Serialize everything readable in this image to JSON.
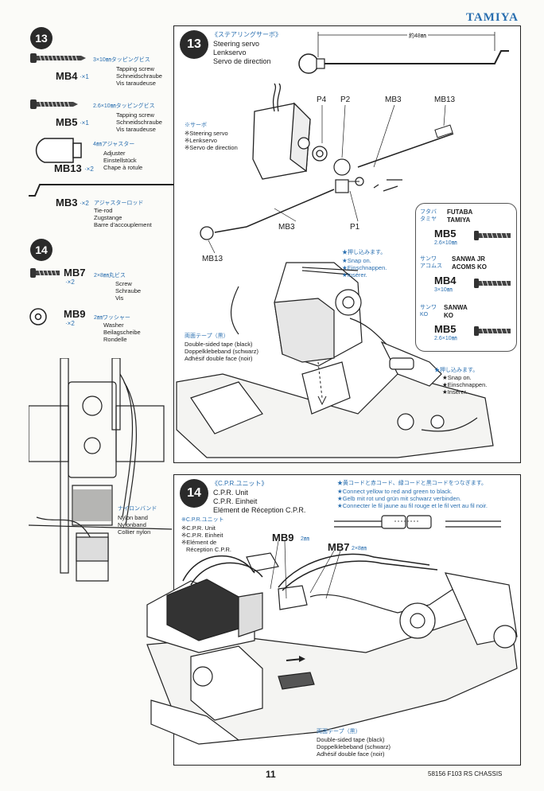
{
  "brand": "TAMIYA",
  "left": {
    "step13": {
      "badge": "13",
      "parts": [
        {
          "code": "MB4",
          "qty": "·×1",
          "jp": "3×10㎜タッピングビス",
          "lines": [
            "Tapping screw",
            "Schneidschraube",
            "Vis taraudeuse"
          ]
        },
        {
          "code": "MB5",
          "qty": "·×1",
          "jp": "2.6×10㎜タッピングビス",
          "lines": [
            "Tapping screw",
            "Schneidschraube",
            "Vis taraudeuse"
          ]
        },
        {
          "code": "MB13",
          "qty": "·×2",
          "jp": "4㎜アジャスター",
          "lines": [
            "Adjuster",
            "Einstellstück",
            "Chape à rotule"
          ]
        },
        {
          "code": "MB3",
          "qty": "·×2",
          "jp": "アジャスターロッド",
          "lines": [
            "Tie-rod",
            "Zugstange",
            "Barre d'accouplement"
          ]
        }
      ]
    },
    "step14": {
      "badge": "14",
      "parts": [
        {
          "code": "MB7",
          "qty": "·×2",
          "jp": "2×8㎜丸ビス",
          "lines": [
            "Screw",
            "Schraube",
            "Vis"
          ]
        },
        {
          "code": "MB9",
          "qty": "·×2",
          "jp": "2㎜ワッシャー",
          "lines": [
            "Washer",
            "Beilagscheibe",
            "Rondelle"
          ]
        }
      ]
    },
    "nylon": {
      "jp": "ナイロンバンド",
      "lines": [
        "Nylon band",
        "Nylonband",
        "Collier nylon"
      ]
    }
  },
  "panel13": {
    "badge": "13",
    "title_jp": "《ステアリングサーボ》",
    "title_lines": [
      "Steering servo",
      "Lenkservo",
      "Servo de direction"
    ],
    "rod_length": "約48㎜",
    "servo_jp": "※サーボ",
    "servo_lines": [
      "※Steering servo",
      "※Lenkservo",
      "※Servo de direction"
    ],
    "labels": {
      "p4": "P4",
      "p2": "P2",
      "mb3_top": "MB3",
      "mb13_top": "MB13",
      "mb3_mid": "MB3",
      "p1": "P1",
      "mb13_low": "MB13"
    },
    "snap1": {
      "jp": "★押し込みます。",
      "lines": [
        "★Snap on.",
        "★Einschnappen.",
        "★Insérer."
      ]
    },
    "tape": {
      "jp": "両面テープ（黒）",
      "lines": [
        "Double-sided tape (black)",
        "Doppelklebeband (schwarz)",
        "Adhésif double face (noir)"
      ]
    },
    "snap2": {
      "jp": "★押し込みます。",
      "lines": [
        "★Snap on.",
        "★Einschnappen.",
        "★Insérer."
      ]
    },
    "brands": [
      {
        "jp": "フタバ\nタミヤ",
        "en": "FUTABA\nTAMIYA",
        "code": "MB5",
        "size": "2.6×10㎜"
      },
      {
        "jp": "サンワ\nアコムス",
        "en": "SANWA JR\nACOMS KO",
        "code": "MB4",
        "size": "3×10㎜"
      },
      {
        "jp": "サンワ\nKO",
        "en": "SANWA\nKO",
        "code": "MB5",
        "size": "2.6×10㎜"
      }
    ]
  },
  "panel14": {
    "badge": "14",
    "title_jp": "《C.P.R.ユニット》",
    "title_lines": [
      "C.P.R. Unit",
      "C.P.R. Einheit",
      "Elément de Réception C.P.R."
    ],
    "note_jp": "★黄コードと赤コード、緑コードと黒コードをつなぎます。",
    "note_lines": [
      "★Connect yellow to red and green to black.",
      "★Gelb mit rot und grün mit schwarz verbinden.",
      "★Connecter le fil jaune au fil rouge et le fil vert au fil noir."
    ],
    "cpr_jp": "※C.P.R.ユニット",
    "cpr_lines": [
      "※C.P.R. Unit",
      "※C.P.R. Einheit",
      "※Elément de",
      "Réception C.P.R."
    ],
    "mb9": "MB9",
    "mb9_size": "2㎜",
    "mb7": "MB7",
    "mb7_size": "2×8㎜",
    "tape": {
      "jp": "両面テープ（黒）",
      "lines": [
        "Double-sided tape (black)",
        "Doppelklebeband (schwarz)",
        "Adhésif double face (noir)"
      ]
    }
  },
  "footer": {
    "page": "11",
    "code": "58156 F103 RS CHASSIS"
  }
}
